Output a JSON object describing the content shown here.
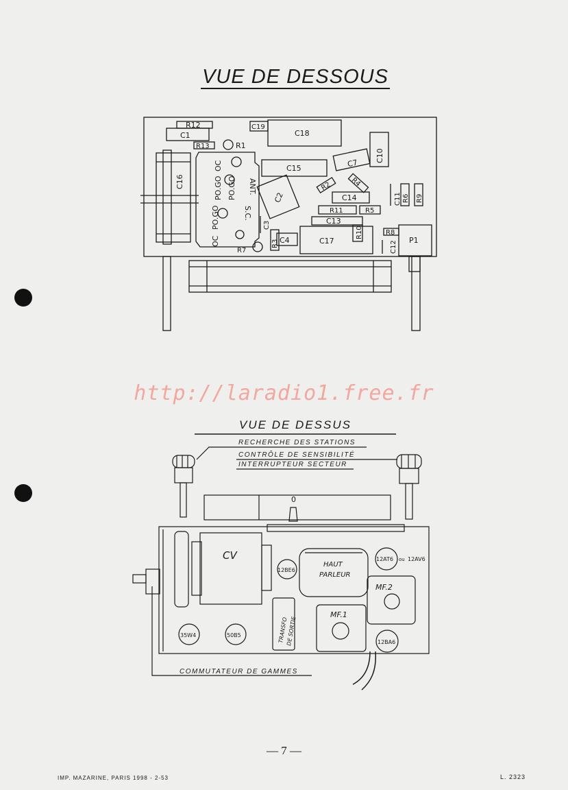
{
  "title_top": "VUE DE DESSOUS",
  "watermark": "http://laradio1.free.fr",
  "title_bottom": "VUE DE DESSUS",
  "callouts": {
    "search": "RECHERCHE DES STATIONS",
    "sensitivity": "CONTRÔLE DE SENSIBILITÉ",
    "switch": "INTERRUPTEUR SECTEUR",
    "bands": "COMMUTATEUR DE GAMMES"
  },
  "bottom_components": {
    "r12": "R12",
    "c1": "C1",
    "r13": "R13",
    "r1": "R1",
    "c19": "C19",
    "c18": "C18",
    "c10": "C10",
    "c7": "C7",
    "c15": "C15",
    "c16": "C16",
    "oc1": "OC",
    "pogo1": "PO.GO",
    "ant": "ANT.",
    "pogo2": "PO.GO",
    "pogo3": "PO.GO",
    "oc2": "OC",
    "sc": "S.C.",
    "c2": "C2",
    "c3": "C3",
    "r2": "R2",
    "r4": "R4",
    "c14": "C14",
    "c11": "C11",
    "r6": "R6",
    "r9": "R9",
    "r11": "R11",
    "r5": "R5",
    "c13": "C13",
    "r10": "R10",
    "r8": "R8",
    "r7": "R7",
    "r3": "R3",
    "c4": "C4",
    "c17": "C17",
    "c12": "C12",
    "p1": "P1"
  },
  "top_components": {
    "dial_zero": "0",
    "cv": "CV",
    "t12be6": "12BE6",
    "speaker_line1": "HAUT",
    "speaker_line2": "PARLEUR",
    "t12at6": "12AT6",
    "or": "ou",
    "t12av6": "12AV6",
    "mf2": "MF.2",
    "transfo_line1": "TRANSFO",
    "transfo_line2": "DE SORTIE",
    "mf1": "MF.1",
    "t35w4": "35W4",
    "t50b5": "50B5",
    "t12ba6": "12BA6"
  },
  "page_number": "— 7 —",
  "footer_left": "IMP. MAZARINE, PARIS   1998 - 2-53",
  "footer_right": "L. 2323"
}
